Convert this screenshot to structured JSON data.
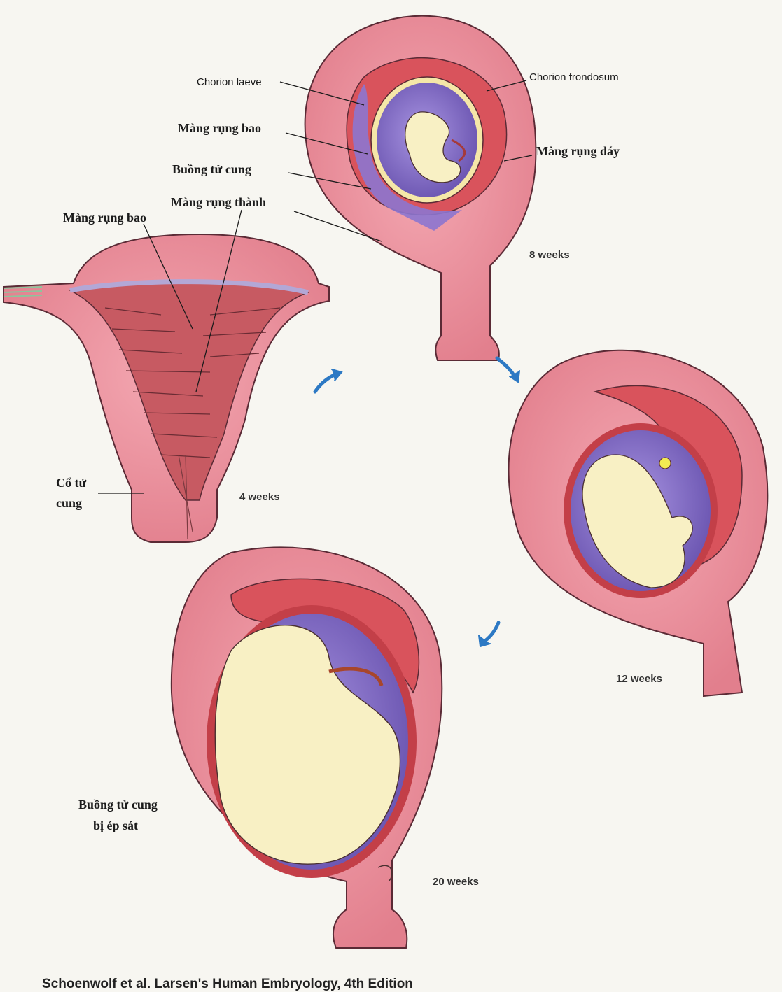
{
  "stages": {
    "week4": "4 weeks",
    "week8": "8 weeks",
    "week12": "12 weeks",
    "week20": "20 weeks"
  },
  "labels": {
    "chorion_laeve": "Chorion laeve",
    "chorion_frondosum": "Chorion frondosum",
    "mang_rung_bao_top": "Màng rụng bao",
    "mang_rung_day": "Màng rụng đáy",
    "buong_tu_cung": "Buồng tử cung",
    "mang_rung_thanh": "Màng rụng thành",
    "mang_rung_bao_left": "Màng rụng bao",
    "co_tu_cung_1": "Cổ tử",
    "co_tu_cung_2": "cung",
    "buong_ep_sat_1": "Buồng tử cung",
    "buong_ep_sat_2": "bị ép sát"
  },
  "caption": "Schoenwolf et al. Larsen's Human Embryology, 4th Edition",
  "colors": {
    "uterus": "#eb8a98",
    "decidua": "#d9535c",
    "amnion": "#7f6bc4",
    "fetus": "#f8f0c4",
    "arrow": "#2d79c4"
  }
}
